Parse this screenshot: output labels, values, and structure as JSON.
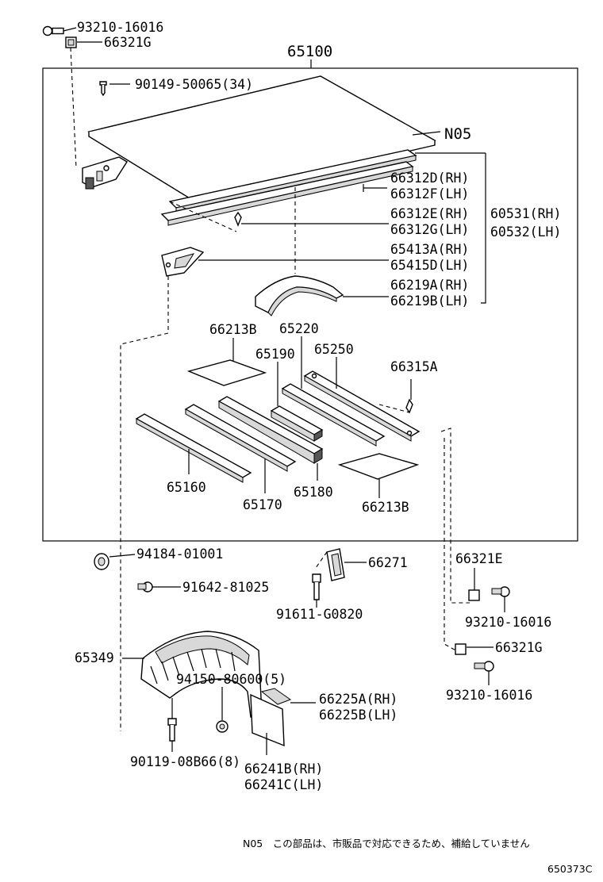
{
  "assembly_number": "65100",
  "labels": {
    "l_93210_top": "93210-16016",
    "l_66321g_top": "66321G",
    "l_90149": "90149-50065(34)",
    "l_n05": "N05",
    "l_66312d": "66312D(RH)",
    "l_66312f": "66312F(LH)",
    "l_66312e": "66312E(RH)",
    "l_66312g": "66312G(LH)",
    "l_60531": "60531(RH)",
    "l_60532": "60532(LH)",
    "l_65413a": "65413A(RH)",
    "l_65415d": "65415D(LH)",
    "l_66219a": "66219A(RH)",
    "l_66219b": "66219B(LH)",
    "l_66213b_top": "66213B",
    "l_65220": "65220",
    "l_65190": "65190",
    "l_65250": "65250",
    "l_66315a": "66315A",
    "l_65160": "65160",
    "l_65170": "65170",
    "l_65180": "65180",
    "l_66213b_bot": "66213B",
    "l_94184": "94184-01001",
    "l_91642": "91642-81025",
    "l_66271": "66271",
    "l_91611": "91611-G0820",
    "l_66321e": "66321E",
    "l_93210_mid": "93210-16016",
    "l_66321g_bot": "66321G",
    "l_93210_bot": "93210-16016",
    "l_65349": "65349",
    "l_94150": "94150-80600(5)",
    "l_66225a": "66225A(RH)",
    "l_66225b": "66225B(LH)",
    "l_90119": "90119-08B66(8)",
    "l_66241b": "66241B(RH)",
    "l_66241c": "66241C(LH)"
  },
  "footnote": "N05　この部品は、市販品で対応できるため、補給していません",
  "diagram_code": "650373C"
}
